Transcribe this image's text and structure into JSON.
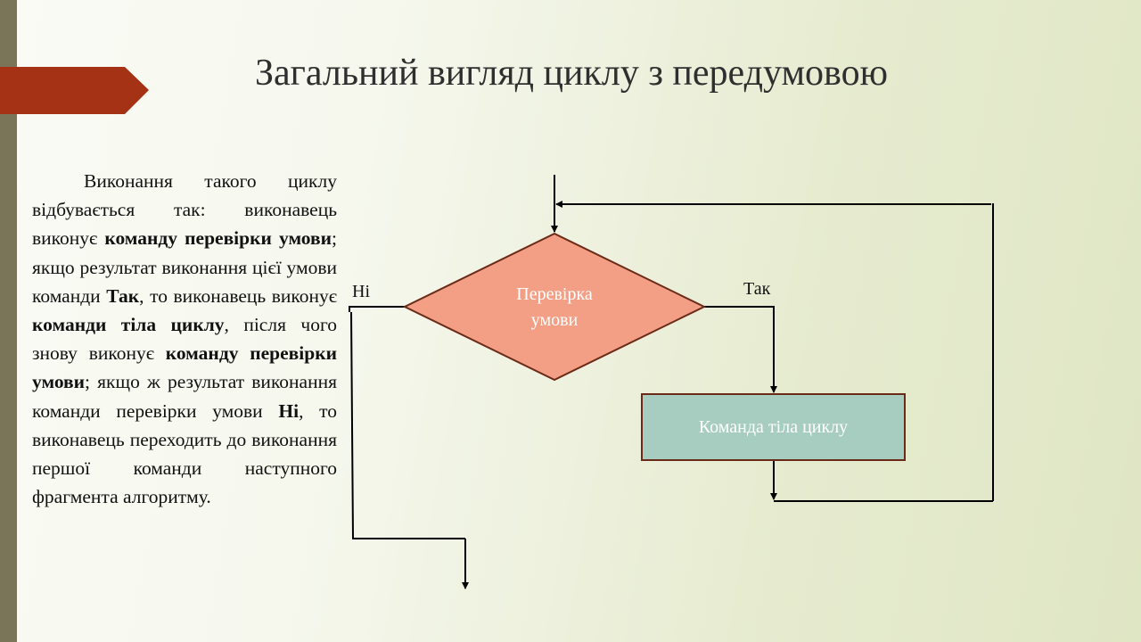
{
  "slide": {
    "title": "Загальний вигляд циклу з передумовою",
    "paragraph": [
      {
        "text": "Виконання такого циклу відбувається так: виконавець виконує ",
        "bold": false
      },
      {
        "text": "команду перевірки умови",
        "bold": true
      },
      {
        "text": "; якщо результат виконання цієї умови команди ",
        "bold": false
      },
      {
        "text": "Так",
        "bold": true
      },
      {
        "text": ", то виконавець виконує ",
        "bold": false
      },
      {
        "text": "команди тіла циклу",
        "bold": true
      },
      {
        "text": ", після чого знову виконує ",
        "bold": false
      },
      {
        "text": "команду перевірки умови",
        "bold": true
      },
      {
        "text": "; якщо ж результат виконання команди перевірки умови ",
        "bold": false
      },
      {
        "text": "Ні",
        "bold": true
      },
      {
        "text": ", то виконавець переходить до виконання першої команди наступного фрагмента алгоритму.",
        "bold": false
      }
    ]
  },
  "flowchart": {
    "decision_line1": "Перевірка",
    "decision_line2": "умови",
    "process": "Команда тіла циклу",
    "yes_label": "Так",
    "no_label": "Ні",
    "colors": {
      "decision": "#f29f86",
      "process": "#a6cdbf",
      "border": "#6b2a17",
      "accent": "#a63216"
    }
  }
}
